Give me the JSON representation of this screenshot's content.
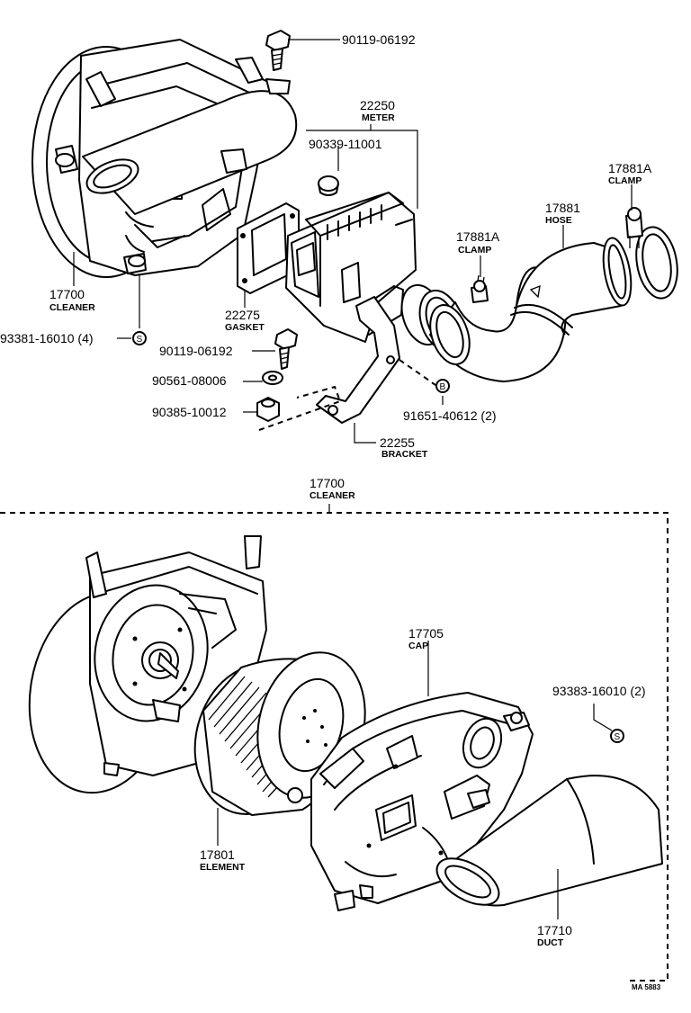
{
  "parts": {
    "bolt_top": {
      "number": "90119-06192"
    },
    "meter": {
      "number": "22250",
      "name": "METER"
    },
    "plug": {
      "number": "90339-11001"
    },
    "clamp_right": {
      "number": "17881A",
      "name": "CLAMP"
    },
    "hose": {
      "number": "17881",
      "name": "HOSE"
    },
    "clamp_mid": {
      "number": "17881A",
      "name": "CLAMP"
    },
    "cleaner_top": {
      "number": "17700",
      "name": "CLEANER"
    },
    "gasket": {
      "number": "22275",
      "name": "GASKET"
    },
    "screw_4": {
      "number": "93381-16010 (4)",
      "marker": "S"
    },
    "bolt_mid": {
      "number": "90119-06192"
    },
    "washer": {
      "number": "90561-08006"
    },
    "nut": {
      "number": "90385-10012"
    },
    "bolt_b": {
      "number": "91651-40612 (2)",
      "marker": "B"
    },
    "bracket": {
      "number": "22255",
      "name": "BRACKET"
    },
    "cleaner_assy": {
      "number": "17700",
      "name": "CLEANER"
    },
    "cap": {
      "number": "17705",
      "name": "CAP"
    },
    "screw_2": {
      "number": "93383-16010 (2)",
      "marker": "S"
    },
    "element": {
      "number": "17801",
      "name": "ELEMENT"
    },
    "duct": {
      "number": "17710",
      "name": "DUCT"
    }
  },
  "drawing_ref": "MA 5883",
  "colors": {
    "ink": "#000000",
    "paper": "#ffffff"
  }
}
